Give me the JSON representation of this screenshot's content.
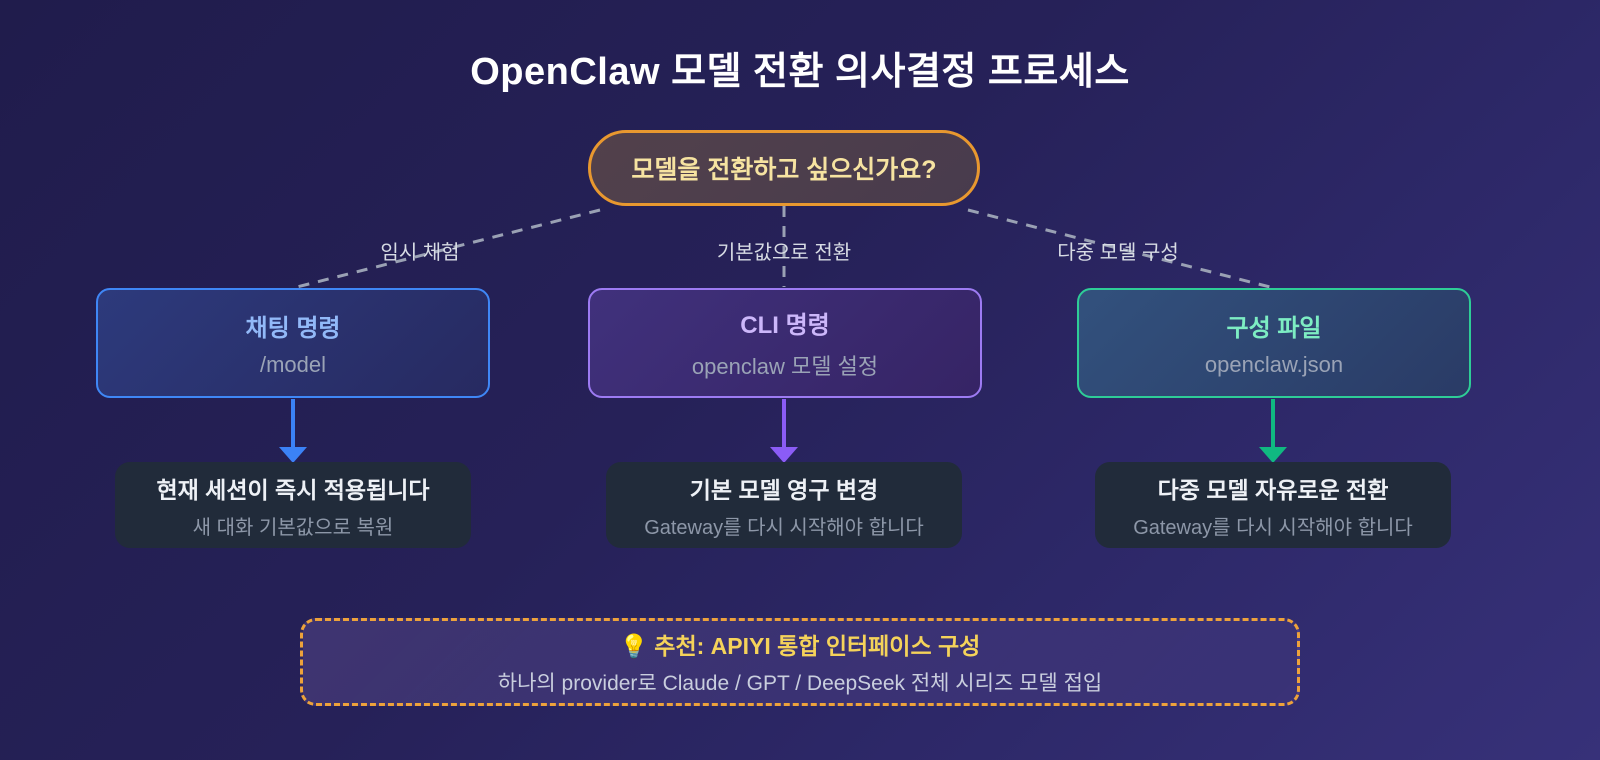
{
  "title": "OpenClaw 모델 전환 의사결정 프로세스",
  "decision": {
    "question": "모델을 전환하고 싶으신가요?"
  },
  "branches": [
    {
      "edge_label": "임시 체험",
      "option": {
        "title": "채팅 명령",
        "subtitle": "/model"
      },
      "result": {
        "title": "현재 세션이 즉시 적용됩니다",
        "subtitle": "새 대화 기본값으로 복원"
      },
      "accent": "#3b82f6"
    },
    {
      "edge_label": "기본값으로 전환",
      "option": {
        "title": "CLI 명령",
        "subtitle": "openclaw 모델 설정"
      },
      "result": {
        "title": "기본 모델 영구 변경",
        "subtitle": "Gateway를 다시 시작해야 합니다"
      },
      "accent": "#8b5cf6"
    },
    {
      "edge_label": "다중 모델 구성",
      "option": {
        "title": "구성 파일",
        "subtitle": "openclaw.json"
      },
      "result": {
        "title": "다중 모델 자유로운 전환",
        "subtitle": "Gateway를 다시 시작해야 합니다"
      },
      "accent": "#10b981"
    }
  ],
  "recommendation": {
    "icon": "💡",
    "title": "추천: APIYI 통합 인터페이스 구성",
    "subtitle": "하나의 provider로 Claude / GPT / DeepSeek 전체 시리즈 모델 접입"
  },
  "colors": {
    "background_top": "#201c4c",
    "background_bottom": "#373179",
    "decision_border": "#e8982f",
    "decision_text": "#f6e3a1",
    "connector_dash": "#9aa1b4",
    "result_box_bg": "#212b3a",
    "recommendation_border": "#eda23b",
    "recommendation_title": "#f5d35a"
  }
}
